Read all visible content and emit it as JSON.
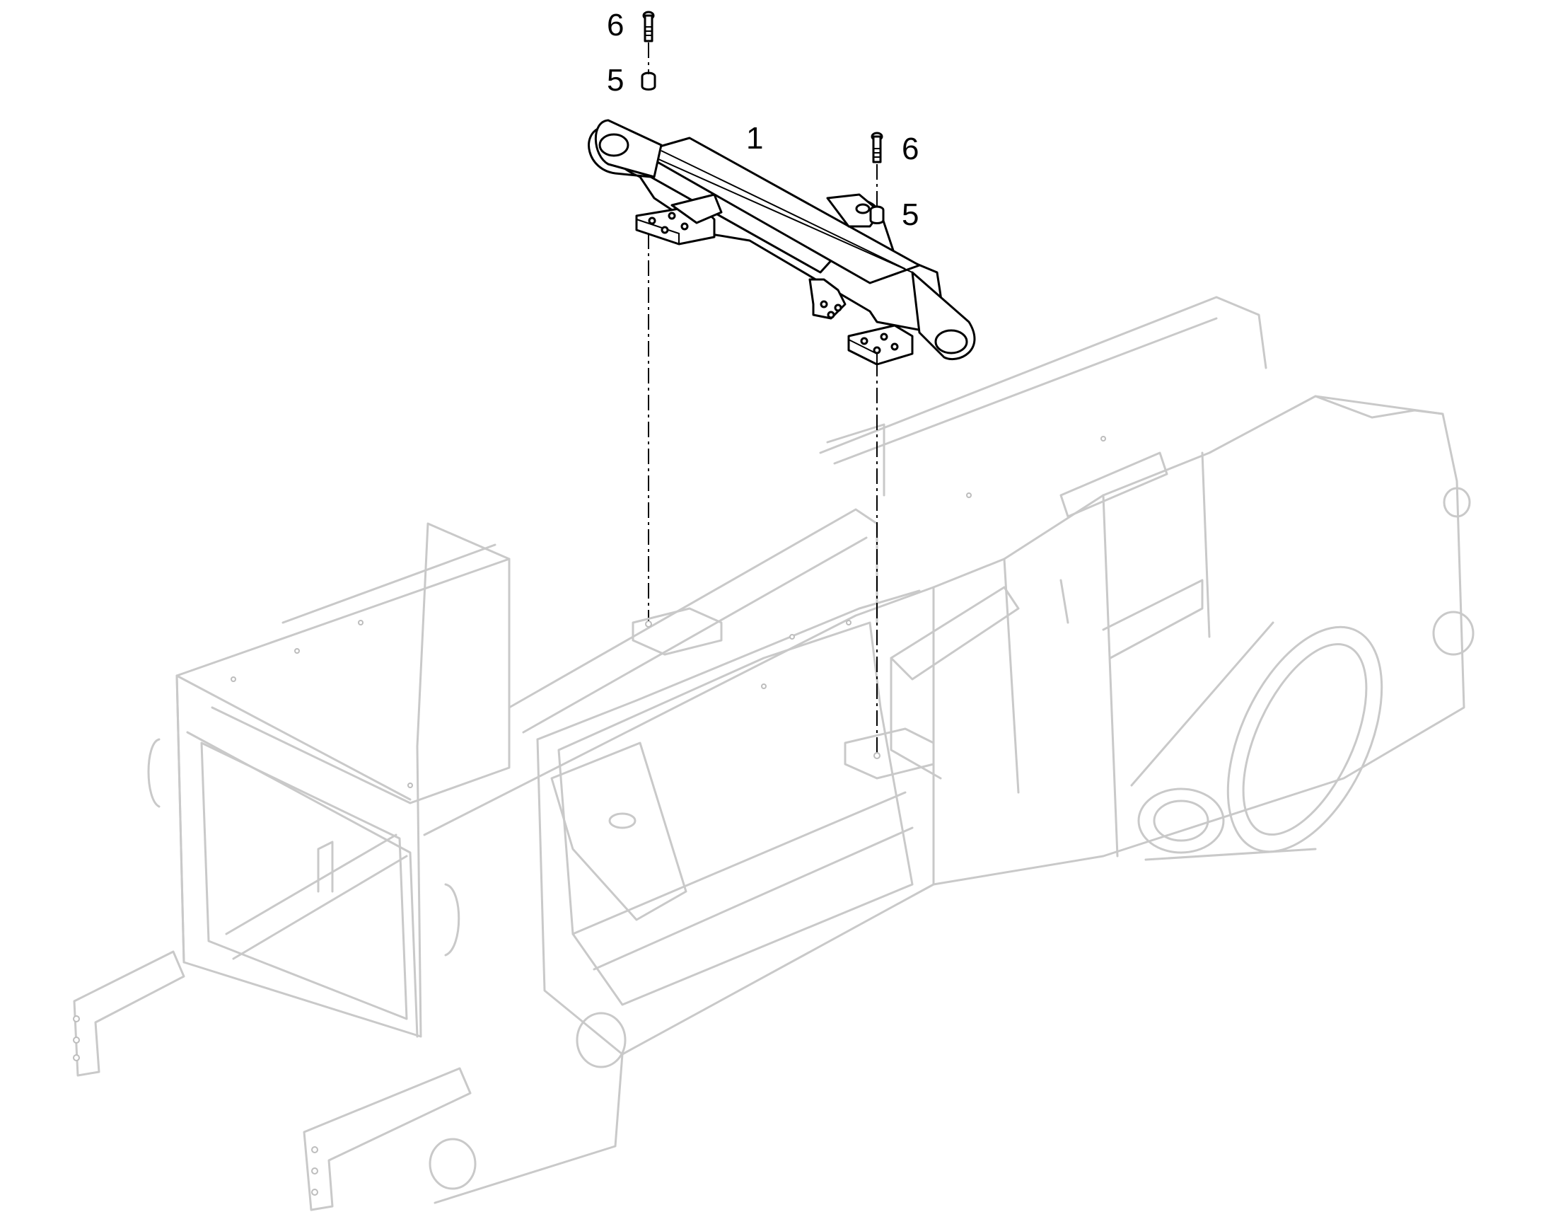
{
  "callouts": {
    "part_1": "1",
    "screw_left": "6",
    "bushing_left": "5",
    "screw_right": "6",
    "bushing_right": "5"
  },
  "colors": {
    "part_outline": "#000000",
    "frame_outline": "#c9c9c9",
    "background": "#ffffff"
  }
}
